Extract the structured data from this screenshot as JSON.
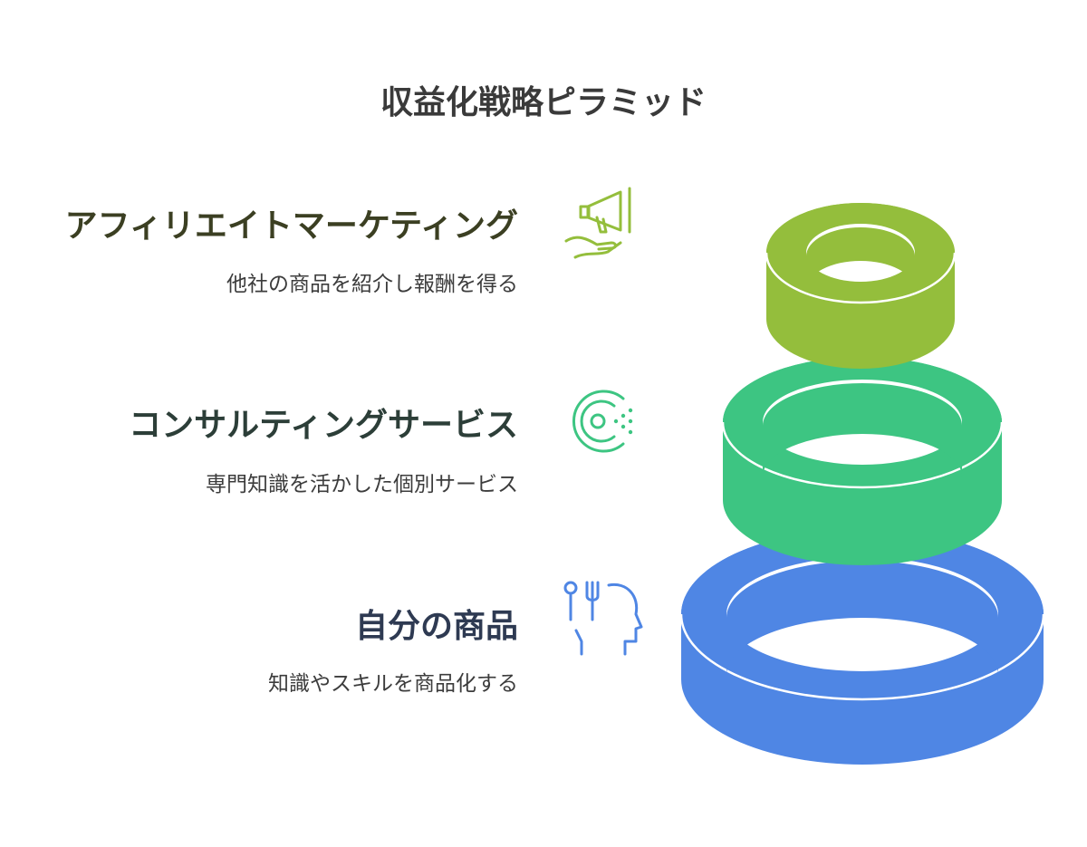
{
  "title": "収益化戦略ピラミッド",
  "colors": {
    "top": "#94BE3C",
    "middle": "#3DC582",
    "bottom": "#4F86E4",
    "top_text": "#3B3F22",
    "middle_text": "#2C3E38",
    "bottom_text": "#2E3A52"
  },
  "levels": [
    {
      "title": "アフィリエイトマーケティング",
      "description": "他社の商品を紹介し報酬を得る",
      "icon": "megaphone-hand-icon",
      "color": "#94BE3C"
    },
    {
      "title": "コンサルティングサービス",
      "description": "専門知識を活かした個別サービス",
      "icon": "ring-dots-icon",
      "color": "#3DC582"
    },
    {
      "title": "自分の商品",
      "description": "知識やスキルを商品化する",
      "icon": "head-tools-icon",
      "color": "#4F86E4"
    }
  ]
}
